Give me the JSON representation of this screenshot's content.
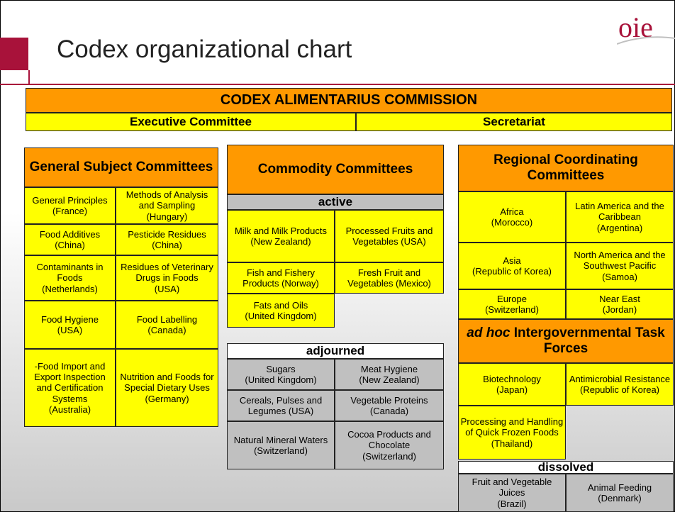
{
  "slide": {
    "title": "Codex organizational chart",
    "logo_text": "oie"
  },
  "commission": {
    "title": "CODEX ALIMENTARIUS COMMISSION",
    "executive_committee": "Executive Committee",
    "secretariat": "Secretariat"
  },
  "general": {
    "header": "General Subject Committees",
    "cells": [
      "General Principles\n(France)",
      "Methods of Analysis and Sampling\n(Hungary)",
      "Food Additives\n(China)",
      "Pesticide Residues\n(China)",
      "Contaminants in Foods\n(Netherlands)",
      "Residues of Veterinary Drugs in Foods\n(USA)",
      "Food Hygiene\n(USA)",
      "Food Labelling\n(Canada)",
      "-Food Import and Export Inspection and Certification Systems\n(Australia)",
      "Nutrition and Foods for Special Dietary Uses\n(Germany)"
    ]
  },
  "commodity": {
    "header": "Commodity Committees",
    "active_label": "active",
    "active": [
      "Milk and Milk Products (New Zealand)",
      "Processed Fruits and Vegetables (USA)",
      "Fish and Fishery Products (Norway)",
      "Fresh Fruit and Vegetables (Mexico)",
      "Fats and Oils\n(United Kingdom)"
    ],
    "adjourned_label": "adjourned",
    "adjourned": [
      "Sugars\n(United Kingdom)",
      "Meat  Hygiene\n(New Zealand)",
      "Cereals, Pulses and Legumes (USA)",
      "Vegetable Proteins\n(Canada)",
      "Natural Mineral Waters\n(Switzerland)",
      "Cocoa Products and Chocolate\n(Switzerland)"
    ]
  },
  "regional": {
    "header": "Regional Coordinating Committees",
    "cells": [
      "Africa\n(Morocco)",
      "Latin America and the Caribbean\n(Argentina)",
      "Asia\n(Republic of Korea)",
      "North America and the Southwest Pacific\n(Samoa)",
      "Europe\n(Switzerland)",
      "Near East\n(Jordan)"
    ]
  },
  "adhoc": {
    "header_italic": "ad hoc",
    "header_rest": " Intergovernmental Task Forces",
    "cells": [
      "Biotechnology\n(Japan)",
      "Antimicrobial Resistance\n(Republic of Korea)",
      "Processing and Handling of Quick Frozen Foods\n(Thailand)"
    ],
    "dissolved_label": "dissolved",
    "dissolved": [
      "Fruit and Vegetable Juices\n(Brazil)",
      "Animal Feeding\n(Denmark)"
    ]
  },
  "colors": {
    "yellow": "#ffff00",
    "orange": "#ff9900",
    "grey": "#c0c0c0",
    "brand": "#a8123a"
  }
}
